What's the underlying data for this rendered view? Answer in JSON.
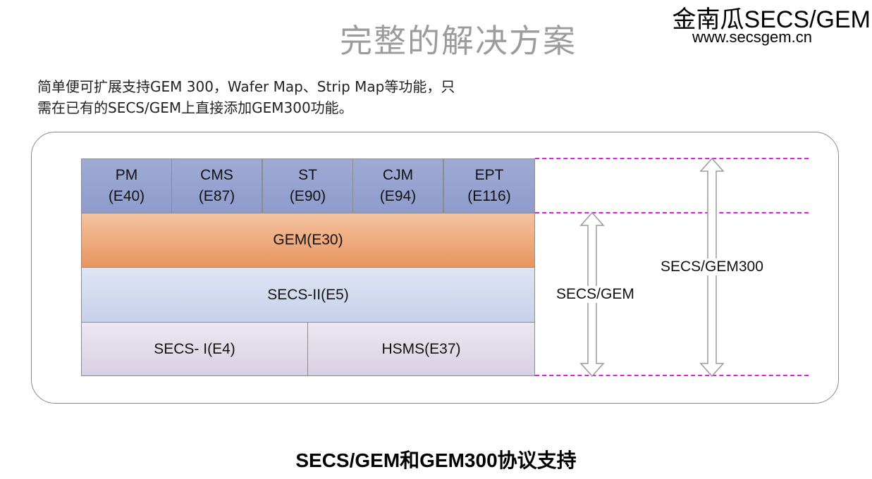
{
  "header": {
    "title": "完整的解决方案",
    "brand": "金南瓜SECS/GEM",
    "brand_url": "www.secsgem.cn"
  },
  "description": {
    "line1": "简单便可扩展支持GEM 300，Wafer Map、Strip Map等功能，只",
    "line2": "需在已有的SECS/GEM上直接添加GEM300功能。"
  },
  "stack": {
    "profiles": [
      {
        "name": "PM",
        "code": "(E40)"
      },
      {
        "name": "CMS",
        "code": "(E87)"
      },
      {
        "name": "ST",
        "code": "(E90)"
      },
      {
        "name": "CJM",
        "code": "(E94)"
      },
      {
        "name": "EPT",
        "code": "(E116)"
      }
    ],
    "gem": "GEM(E30)",
    "secs2": "SECS-II(E5)",
    "secs1": "SECS- I(E4)",
    "hsms": "HSMS(E37)"
  },
  "brackets": {
    "secs_gem": "SECS/GEM",
    "secs_gem300": "SECS/GEM300"
  },
  "colors": {
    "profile_fill": "#96a3d0",
    "gem_fill": "#ee9f6a",
    "secs2_fill": "#cdd6ed",
    "transport_fill": "#ddd5e6",
    "guide_line": "#e020e0"
  },
  "caption": "SECS/GEM和GEM300协议支持"
}
